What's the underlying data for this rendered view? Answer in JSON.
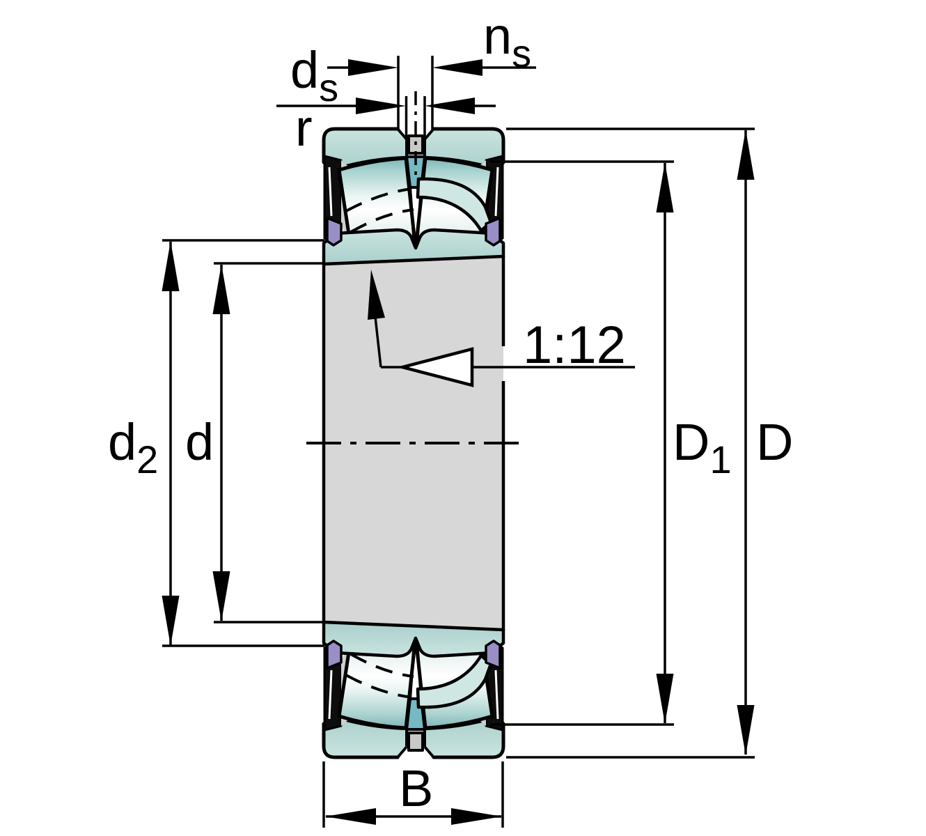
{
  "drawing": {
    "title": "Sealed spherical roller bearing cross-section with dimension annotations",
    "labels": {
      "ns": {
        "base": "n",
        "sub": "s"
      },
      "ds": {
        "base": "d",
        "sub": "s"
      },
      "r": {
        "base": "r"
      },
      "d2": {
        "base": "d",
        "sub": "2"
      },
      "d": {
        "base": "d"
      },
      "taper": {
        "text": "1:12"
      },
      "D1": {
        "base": "D",
        "sub": "1"
      },
      "D": {
        "base": "D"
      },
      "B": {
        "base": "B"
      }
    },
    "colors": {
      "ring_teal": "#b2d7d3",
      "ring_teal_light": "#c9e4e0",
      "cage_band_teal": "#cfe7e2",
      "cage_accent_teal": "#74b9c3",
      "roller_edge_teal": "#7db7b8",
      "roller_highlight": "#ffffff",
      "seal_black": "#0d0d0d",
      "seal_lip_purple": "#998fc6",
      "bore_gray": "#d7d7d7",
      "plug_gray": "#c9c9c9",
      "outline_black": "#000000",
      "background": "#ffffff"
    }
  }
}
